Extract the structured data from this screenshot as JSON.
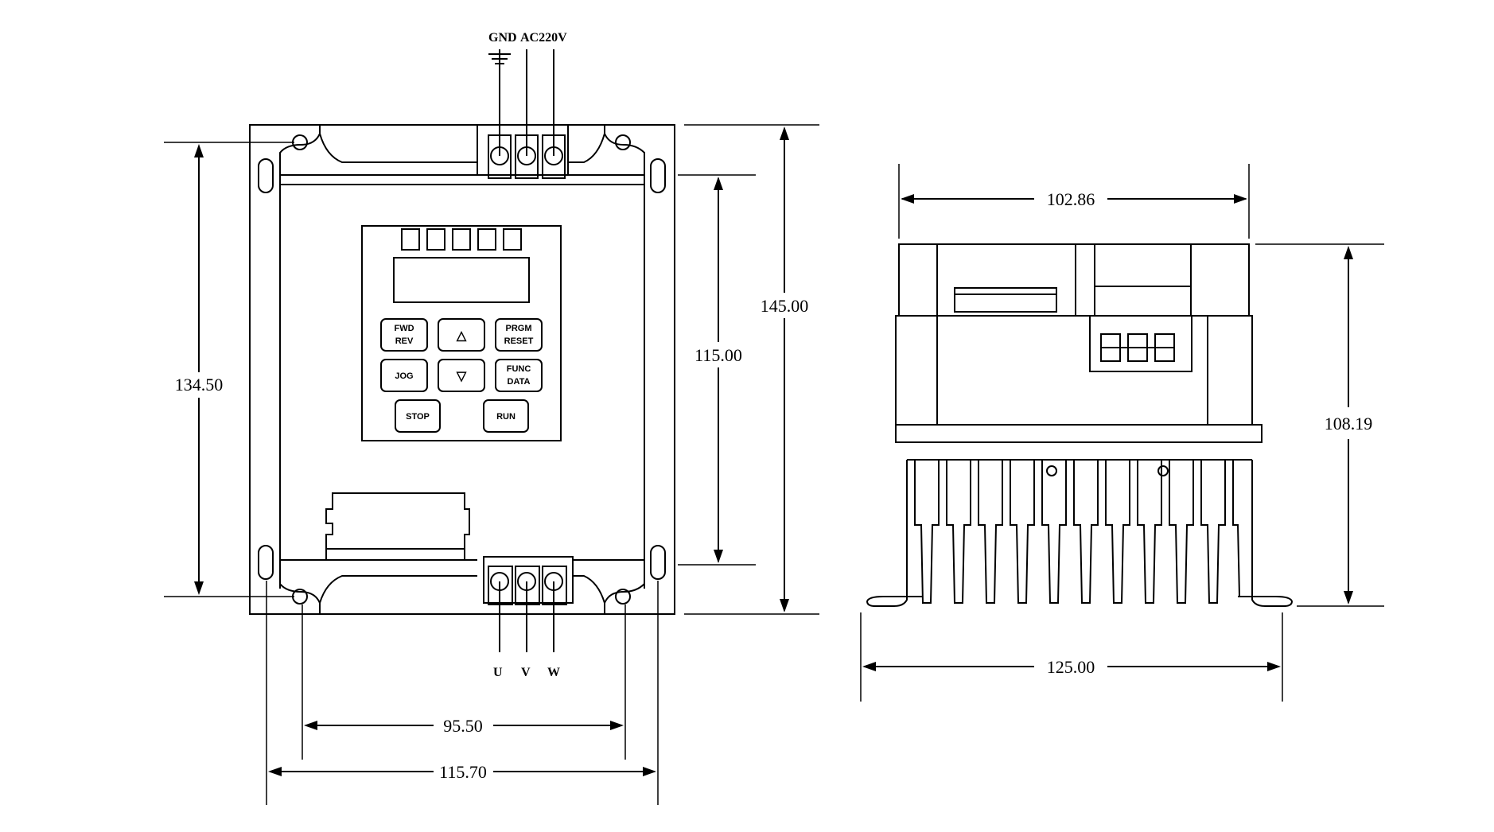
{
  "terminals": {
    "gnd": "GND",
    "ac": "AC220V",
    "u": "U",
    "v": "V",
    "w": "W"
  },
  "keypad": {
    "fwd": "FWD",
    "rev": "REV",
    "up": "△",
    "prgm": "PRGM",
    "reset": "RESET",
    "jog": "JOG",
    "down": "▽",
    "func": "FUNC",
    "data": "DATA",
    "stop": "STOP",
    "run": "RUN"
  },
  "dimensions": {
    "front_hole_height": "134.50",
    "front_inner_height": "115.00",
    "front_total_height": "145.00",
    "front_hole_width": "95.50",
    "front_total_width": "115.70",
    "side_top_width": "102.86",
    "side_height": "108.19",
    "side_total_width": "125.00"
  }
}
